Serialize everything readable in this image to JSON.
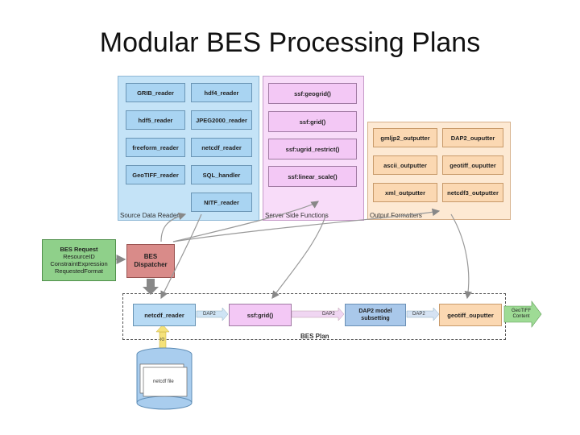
{
  "title": "Modular BES Processing Plans",
  "readers": {
    "label": "Source Data Readers",
    "items": [
      "GRIB_reader",
      "hdf4_reader",
      "hdf5_reader",
      "JPEG2000_reader",
      "freeform_reader",
      "netcdf_reader",
      "GeoTIFF_reader",
      "SQL_handler",
      "NITF_reader"
    ]
  },
  "functions": {
    "label": "Server Side Functions",
    "items": [
      "ssf:geogrid()",
      "ssf:grid()",
      "ssf:ugrid_restrict()",
      "ssf:linear_scale()"
    ]
  },
  "outputters": {
    "label": "Output Formatters",
    "items": [
      "gmljp2_outputter",
      "DAP2_ouputter",
      "ascii_outputter",
      "geotiff_ouputter",
      "xml_outputter",
      "netcdf3_outputter"
    ]
  },
  "request": {
    "lines": [
      "BES Request",
      "ResourceID",
      "ConstraintExpression",
      "RequestedFormat"
    ]
  },
  "dispatcher": {
    "lines": [
      "BES",
      "Dispatcher"
    ]
  },
  "plan": {
    "label": "BES Plan",
    "steps": [
      "netcdf_reader",
      "ssf:grid()",
      "DAP2 model subsetting",
      "geotiff_ouputter"
    ],
    "links": [
      "DAP2",
      "DAP2",
      "DAP2"
    ],
    "output": [
      "GeoTIFF",
      "Content"
    ],
    "io_label": "IO"
  },
  "file": {
    "label": "netcdf file"
  }
}
